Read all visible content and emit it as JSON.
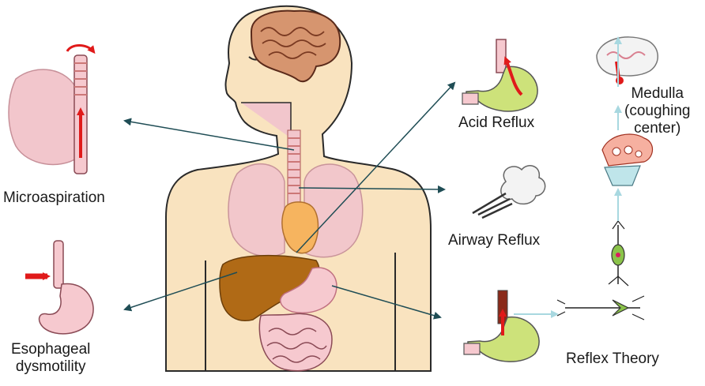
{
  "labels": {
    "microaspiration": "Microaspiration",
    "esophageal_line1": "Esophageal",
    "esophageal_line2": "dysmotility",
    "acid_reflux": "Acid Reflux",
    "airway_reflux": "Airway Reflux",
    "reflex_theory": "Reflex Theory",
    "medulla_line1": "Medulla",
    "medulla_line2": "(coughing",
    "medulla_line3": "center)"
  },
  "colors": {
    "skin": "#f9e3bf",
    "skin_outline": "#2a2a2a",
    "lung": "#f2c6cc",
    "liver": "#b06a16",
    "heart": "#f6b45f",
    "stomach_green": "#cde27a",
    "stomach_pink": "#f6c9cf",
    "brain": "#d6956f",
    "arrow_dark": "#1f4d55",
    "arrow_light": "#a8d8e0",
    "red": "#e01a1a"
  },
  "icons": [
    "brain-icon",
    "lungs-icon",
    "stomach-icon",
    "heart-icon",
    "liver-icon",
    "intestine-icon",
    "neuron-icon",
    "synapse-icon",
    "airflow-icon"
  ]
}
